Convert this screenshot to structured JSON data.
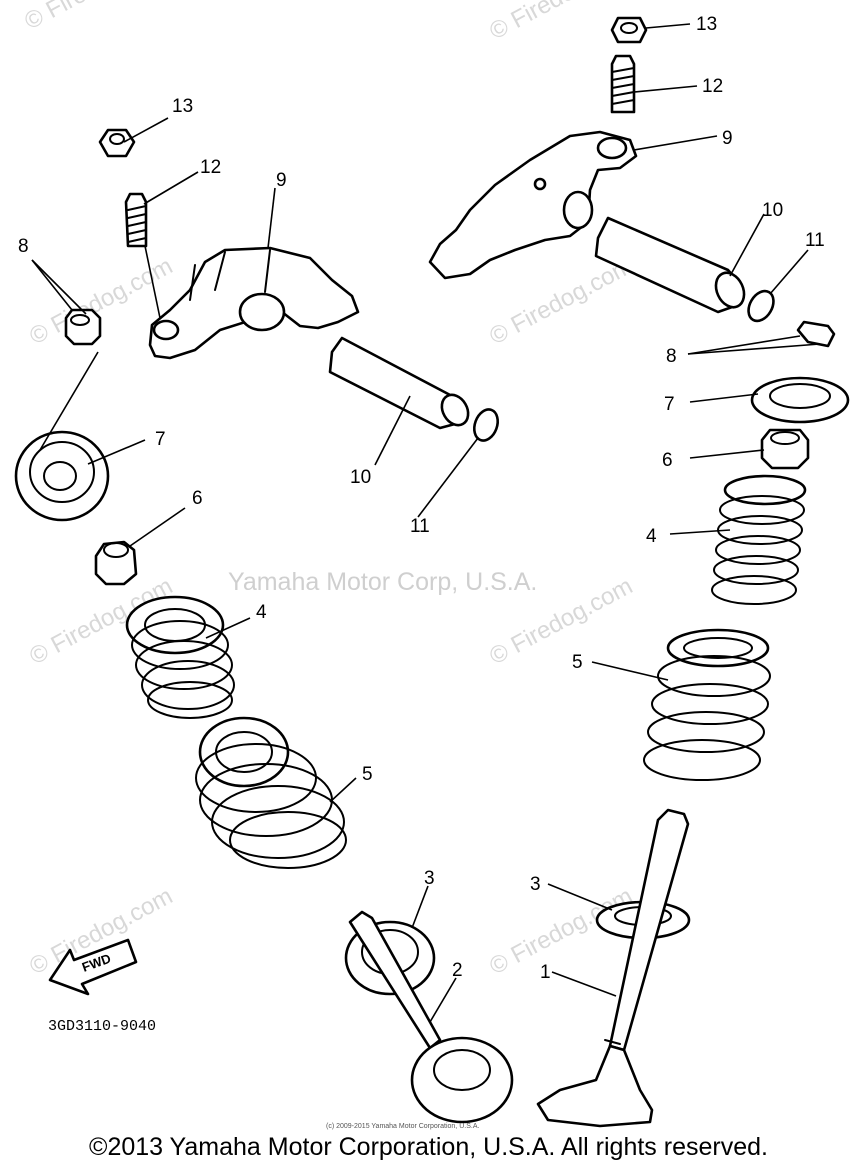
{
  "diagram": {
    "part_code": "3GD3110-9040",
    "center_watermark": "Yamaha Motor Corp, U.S.A.",
    "watermark": "© Firedog.com",
    "fwd_label": "FWD",
    "small_notice": "(c) 2009-2015 Yamaha Motor Corporation, U.S.A.",
    "copyright": "©2013 Yamaha Motor Corporation, U.S.A. All rights reserved.",
    "callouts": {
      "c1": "1",
      "c2": "2",
      "c3a": "3",
      "c3b": "3",
      "c4a": "4",
      "c4b": "4",
      "c5a": "5",
      "c5b": "5",
      "c6a": "6",
      "c6b": "6",
      "c7a": "7",
      "c7b": "7",
      "c8a": "8",
      "c8b": "8",
      "c9a": "9",
      "c9b": "9",
      "c10a": "10",
      "c10b": "10",
      "c11a": "11",
      "c11b": "11",
      "c12a": "12",
      "c12b": "12",
      "c13a": "13",
      "c13b": "13"
    }
  }
}
